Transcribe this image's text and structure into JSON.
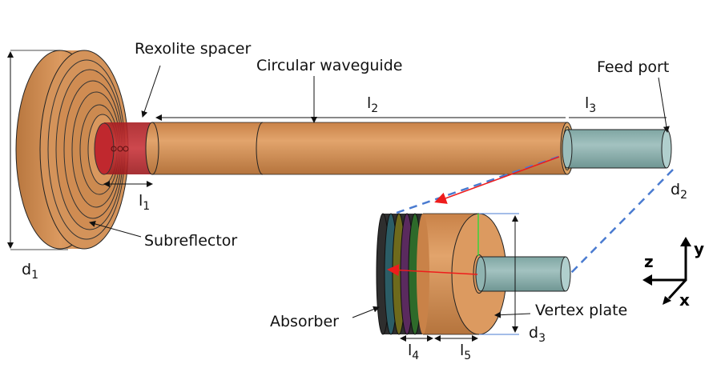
{
  "labels": {
    "rexolite_spacer": "Rexolite spacer",
    "circular_waveguide": "Circular waveguide",
    "feed_port": "Feed port",
    "subreflector": "Subreflector",
    "absorber": "Absorber",
    "vertex_plate": "Vertex plate"
  },
  "dimensions": {
    "d1": {
      "main": "d",
      "sub": "1"
    },
    "d2": {
      "main": "d",
      "sub": "2"
    },
    "d3": {
      "main": "d",
      "sub": "3"
    },
    "l1": {
      "main": "l",
      "sub": "1"
    },
    "l2": {
      "main": "l",
      "sub": "2"
    },
    "l3": {
      "main": "l",
      "sub": "3"
    },
    "l4": {
      "main": "l",
      "sub": "4"
    },
    "l5": {
      "main": "l",
      "sub": "5"
    }
  },
  "axes": {
    "x": "x",
    "y": "y",
    "z": "z"
  },
  "colors": {
    "copper": "#d08b4f",
    "spacer": "#b32025",
    "feed": "#8fb3b0",
    "dashed": "#4a7bd0",
    "arrow": "#ee1c1c",
    "absorber_layers": [
      "#2e2e2e",
      "#2b5d66",
      "#6e6a1c",
      "#5a2a5e",
      "#2e6a2a"
    ]
  }
}
